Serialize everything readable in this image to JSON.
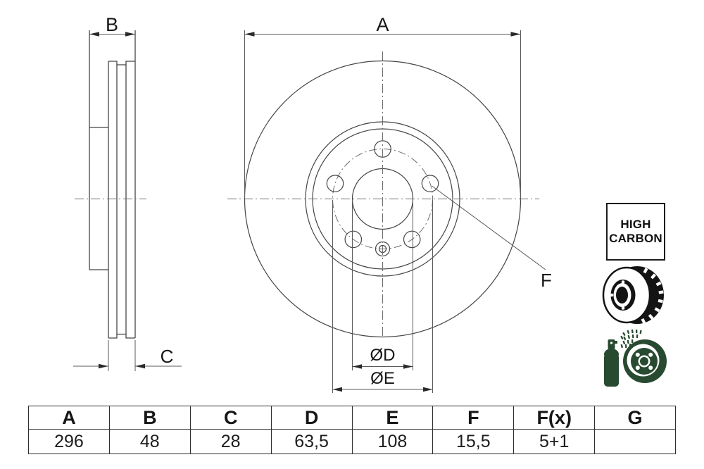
{
  "drawing": {
    "dim_labels": {
      "A": "A",
      "B": "B",
      "C": "C",
      "D": "ØD",
      "E": "ØE",
      "F": "F"
    }
  },
  "badge": {
    "line1": "HIGH",
    "line2": "CARBON"
  },
  "icons": {
    "vented_disc": "vented-brake-disc-icon",
    "spray_coating": "coated-brake-disc-spray-icon",
    "disc_color": "#141414",
    "spray_color": "#284a30"
  },
  "colors": {
    "outline": "#454545",
    "dimension": "#5a5a5a",
    "centerline": "#6e6e6e"
  },
  "table": {
    "headers": [
      "A",
      "B",
      "C",
      "D",
      "E",
      "F",
      "F(x)",
      "G"
    ],
    "values": [
      "296",
      "48",
      "28",
      "63,5",
      "108",
      "15,5",
      "5+1",
      ""
    ]
  }
}
